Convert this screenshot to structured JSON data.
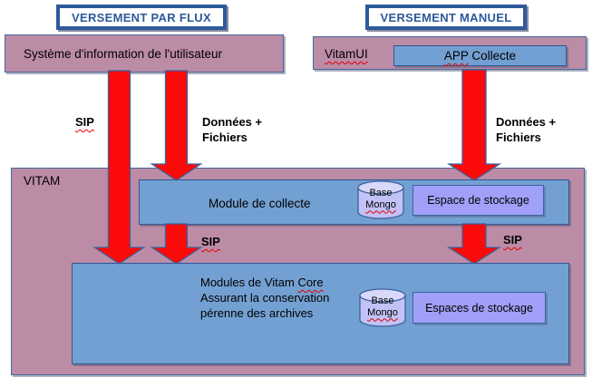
{
  "headers": {
    "flux": "VERSEMENT PAR FLUX",
    "manuel": "VERSEMENT MANUEL"
  },
  "sys_info": {
    "label": "Système d'information de l'utilisateur"
  },
  "vitamui": {
    "label": "VitamUI",
    "app_word": "APP",
    "app_rest": " Collecte"
  },
  "vitam": {
    "label": "VITAM"
  },
  "module_collecte": {
    "label": "Module de collecte",
    "db": {
      "line1": "Base",
      "line2": "Mongo"
    },
    "storage": "Espace de stockage"
  },
  "modules_core": {
    "line1_pre": "Modules de Vitam ",
    "line1_word": "Core",
    "line2": "Assurant la conservation",
    "line3": "pérenne des archives",
    "db": {
      "line1": "Base",
      "line2": "Mongo"
    },
    "storage": "Espaces de stockage"
  },
  "flow_labels": {
    "sip_left": "SIP",
    "donnees_left_1": "Données +",
    "donnees_left_2": "Fichiers",
    "donnees_right_1": "Données +",
    "donnees_right_2": "Fichiers",
    "sip_mid": "SIP",
    "sip_right": "SIP"
  },
  "colors": {
    "pink": "#bc8ca6",
    "blue": "#73a0d2",
    "purple": "#a0a0f8",
    "cylinder_body": "#c2c2f6",
    "cylinder_top": "#d8d8fa",
    "arrow_red": "#fb0a0a",
    "border_blue": "#3a62a0",
    "header_blue": "#2d5a9b"
  }
}
